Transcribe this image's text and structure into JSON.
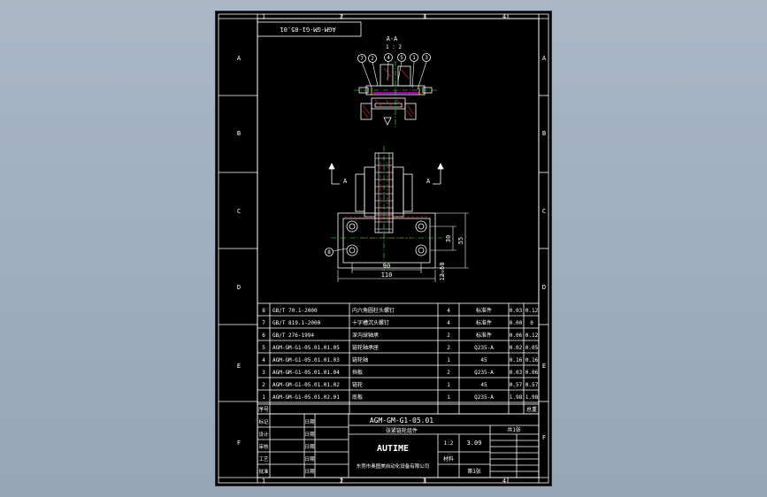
{
  "sheet": {
    "top_labels": [
      "1",
      "2",
      "3",
      "4"
    ],
    "bottom_labels": [
      "1",
      "2",
      "3",
      "4"
    ],
    "left_labels": [
      "A",
      "B",
      "C",
      "D",
      "E",
      "F"
    ],
    "right_labels": [
      "A",
      "B",
      "C",
      "D",
      "E",
      "F"
    ],
    "corner_code": "AGM-GM-G1-05.01"
  },
  "section_view": {
    "title": "A-A",
    "scale": "1 : 2",
    "balloons": [
      "7",
      "2",
      "4",
      "5",
      "1",
      "3"
    ]
  },
  "front_view": {
    "section_marks": [
      "A",
      "A"
    ],
    "dimensions": [
      "90",
      "110",
      "30",
      "55",
      "12.50"
    ],
    "balloon": "8"
  },
  "colors": {
    "frame": "#ffffff",
    "part": "#ffffff",
    "dimension": "#ffffff",
    "hidden": "#ff3333",
    "center": "#33ff33",
    "cut": "#cc2222",
    "highlight": "#ff00ff",
    "leader": "#ffff33"
  },
  "bom": {
    "rows": [
      {
        "no": "8",
        "code": "GB/T 70.1-2000",
        "name": "内六角圆柱头螺钉",
        "qty": "4",
        "material": "标准件",
        "unit": "0.03",
        "total": "0.12"
      },
      {
        "no": "7",
        "code": "GB/T 819.1-2000",
        "name": "十字槽沉头螺钉",
        "qty": "4",
        "material": "标准件",
        "unit": "0.00",
        "total": "0"
      },
      {
        "no": "6",
        "code": "GB/T 276-1994",
        "name": "深沟球轴承",
        "qty": "2",
        "material": "标准件",
        "unit": "0.06",
        "total": "0.12"
      },
      {
        "no": "5",
        "code": "AGM-GM-G1-05.01.01.05",
        "name": "链轮轴承座",
        "qty": "2",
        "material": "Q235-A",
        "unit": "0.02",
        "total": "0.05"
      },
      {
        "no": "4",
        "code": "AGM-GM-G1-05.01.01.03",
        "name": "链轮轴",
        "qty": "1",
        "material": "45",
        "unit": "0.16",
        "total": "0.16"
      },
      {
        "no": "3",
        "code": "AGM-GM-G1-05.01.01.04",
        "name": "挡板",
        "qty": "2",
        "material": "Q235-A",
        "unit": "0.03",
        "total": "0.06"
      },
      {
        "no": "2",
        "code": "AGM-GM-G1-05.01.01.02",
        "name": "链轮",
        "qty": "1",
        "material": "45",
        "unit": "0.57",
        "total": "0.57"
      },
      {
        "no": "1",
        "code": "AGM-GM-G1-05.01.02.01",
        "name": "底板",
        "qty": "1",
        "material": "Q235-A",
        "unit": "1.98",
        "total": "1.98"
      }
    ],
    "header": {
      "no": "序号",
      "total": "总重"
    }
  },
  "title_block": {
    "drawing_number": "AGM-GM-G1-05.01",
    "part_name": "张紧链轮组件",
    "logo": "AUTIME",
    "company": "东莞市奥图美自动化设备有限公司",
    "scale": "1:2",
    "weight": "3.09",
    "left_labels": [
      "标记",
      "设计",
      "审核",
      "工艺",
      "批准"
    ],
    "date_labels": [
      "日期",
      "日期",
      "日期",
      "日期",
      "日期"
    ],
    "material_label": "材料",
    "sheet_label": "共1张",
    "page_label": "第1张"
  }
}
